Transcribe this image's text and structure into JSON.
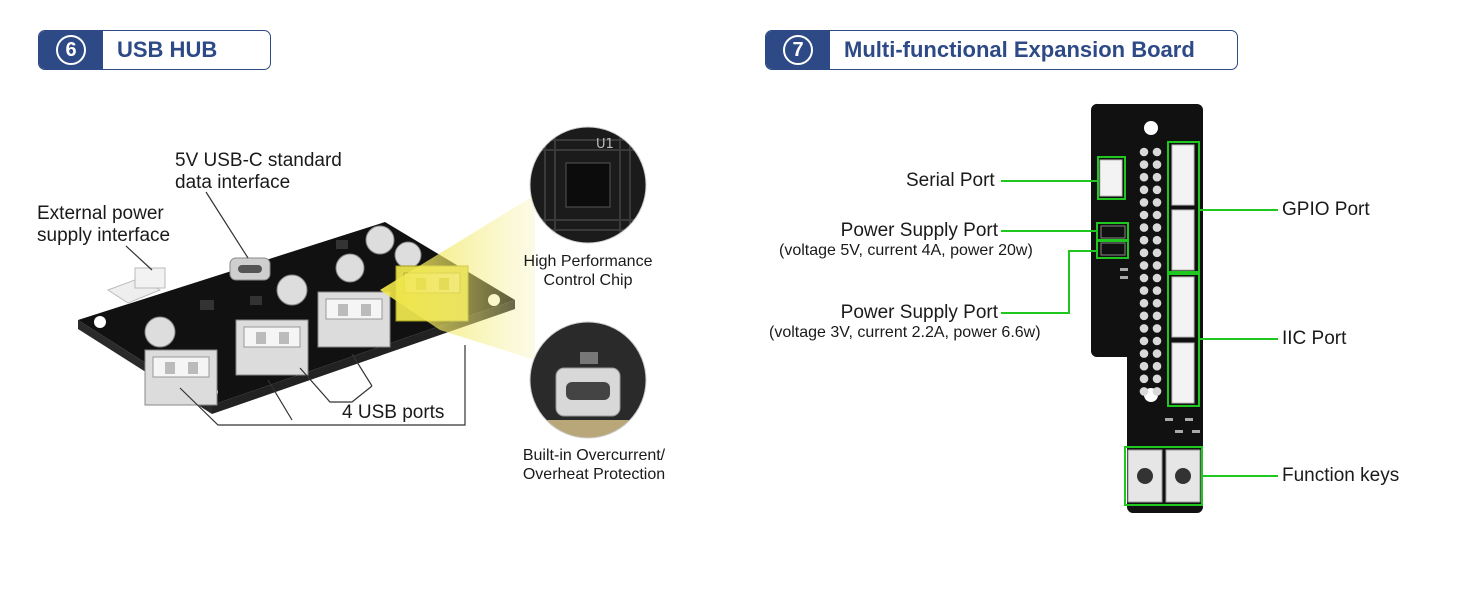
{
  "left_section": {
    "number": "6",
    "title": "USB HUB",
    "labels": {
      "usbc_line1": "5V USB-C standard",
      "usbc_line2": "data interface",
      "power_line1": "External power",
      "power_line2": "supply interface",
      "usb_ports": "4 USB ports",
      "chip_line1": "High Performance",
      "chip_line2": "Control Chip",
      "chip_marking": "U1",
      "protect_line1": "Built-in Overcurrent/",
      "protect_line2": "Overheat Protection"
    }
  },
  "right_section": {
    "number": "7",
    "title": "Multi-functional Expansion Board",
    "labels": {
      "serial": "Serial Port",
      "power5v_title": "Power Supply Port",
      "power5v_spec": "(voltage 5V, current 4A, power 20w)",
      "power3v_title": "Power Supply Port",
      "power3v_spec": "(voltage 3V, current 2.2A, power 6.6w)",
      "gpio": "GPIO Port",
      "iic": "IIC Port",
      "keys": "Function keys"
    }
  },
  "colors": {
    "header_blue": "#2d4a86",
    "callout_green": "#1fc81f",
    "pcb_black": "#111111",
    "highlight_yellow": "#e8e04a"
  }
}
